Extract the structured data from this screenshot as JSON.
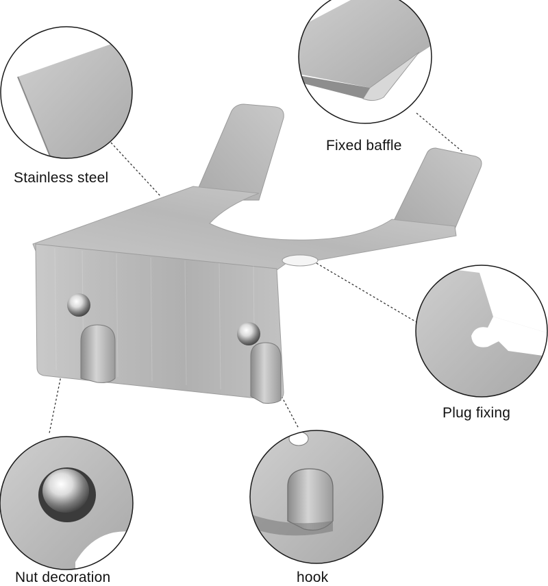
{
  "callouts": {
    "stainless_steel": "Stainless steel",
    "fixed_baffle": "Fixed baffle",
    "plug_fixing": "Plug fixing",
    "nut_decoration": "Nut decoration",
    "hook": "hook"
  },
  "colors": {
    "steel_light": "#dadada",
    "steel_mid": "#b4b4b4",
    "steel_dark": "#8c8c8c",
    "circle_stroke": "#1a1a1a",
    "leader_line": "#333333"
  }
}
